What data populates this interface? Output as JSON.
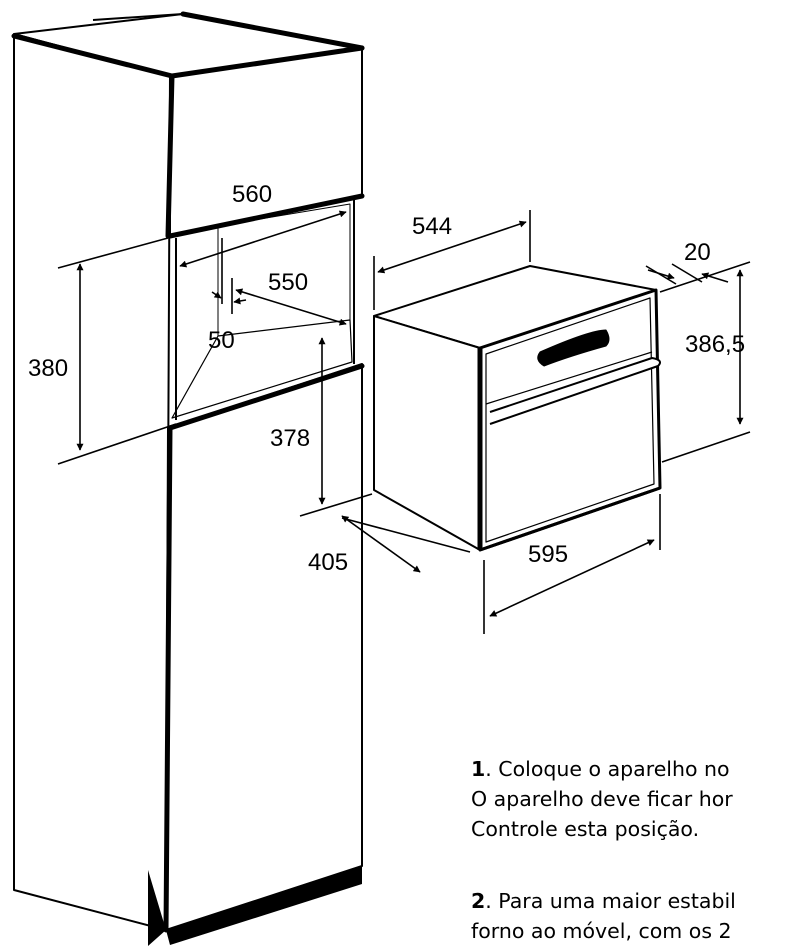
{
  "dimensions": {
    "niche_width": "560",
    "oven_depth": "544",
    "front_thickness": "20",
    "niche_depth": "550",
    "oven_height": "386,5",
    "niche_height": "380",
    "gap": "50",
    "cabinet_height": "378",
    "cabinet_depth": "405",
    "oven_width": "595"
  },
  "instructions": [
    {
      "number": "1",
      "lines": [
        ". Coloque o aparelho no",
        "O aparelho deve ficar hor",
        "Controle esta posição."
      ]
    },
    {
      "number": "2",
      "lines": [
        ". Para uma maior estabil",
        "forno ao móvel, com os 2"
      ]
    }
  ]
}
